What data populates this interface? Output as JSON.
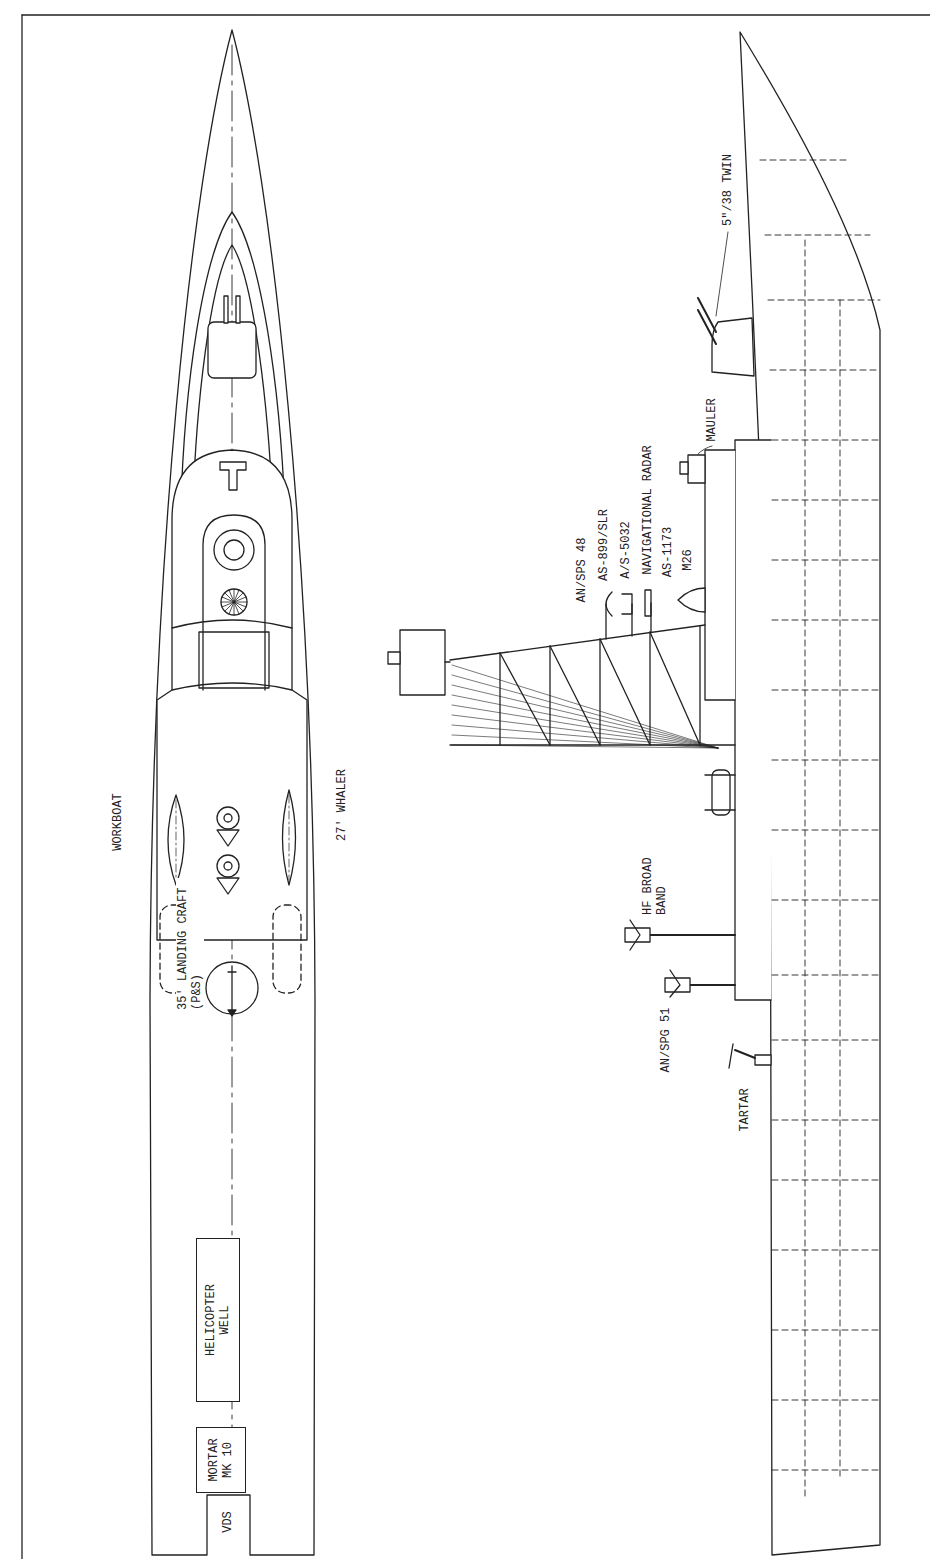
{
  "diagram": {
    "nodes": [
      {
        "text": [
          "HELICOPTER WELL"
        ]
      },
      {
        "text": [
          "MORTAR MK 10"
        ]
      }
    ],
    "labels": [
      "WORKBOAT",
      "27' WHALER",
      "35' LANDING CRAFT (P&S)",
      "VDS",
      "5\"/38 TWIN",
      "MAULER",
      "AN/SPS 48",
      "AS-899/SLR",
      "A/S-5032",
      "NAVIGATIONAL RADAR",
      "AS-1173",
      "M26",
      "HF BROAD BAND",
      "AN/SPG 51",
      "TARTAR"
    ]
  }
}
